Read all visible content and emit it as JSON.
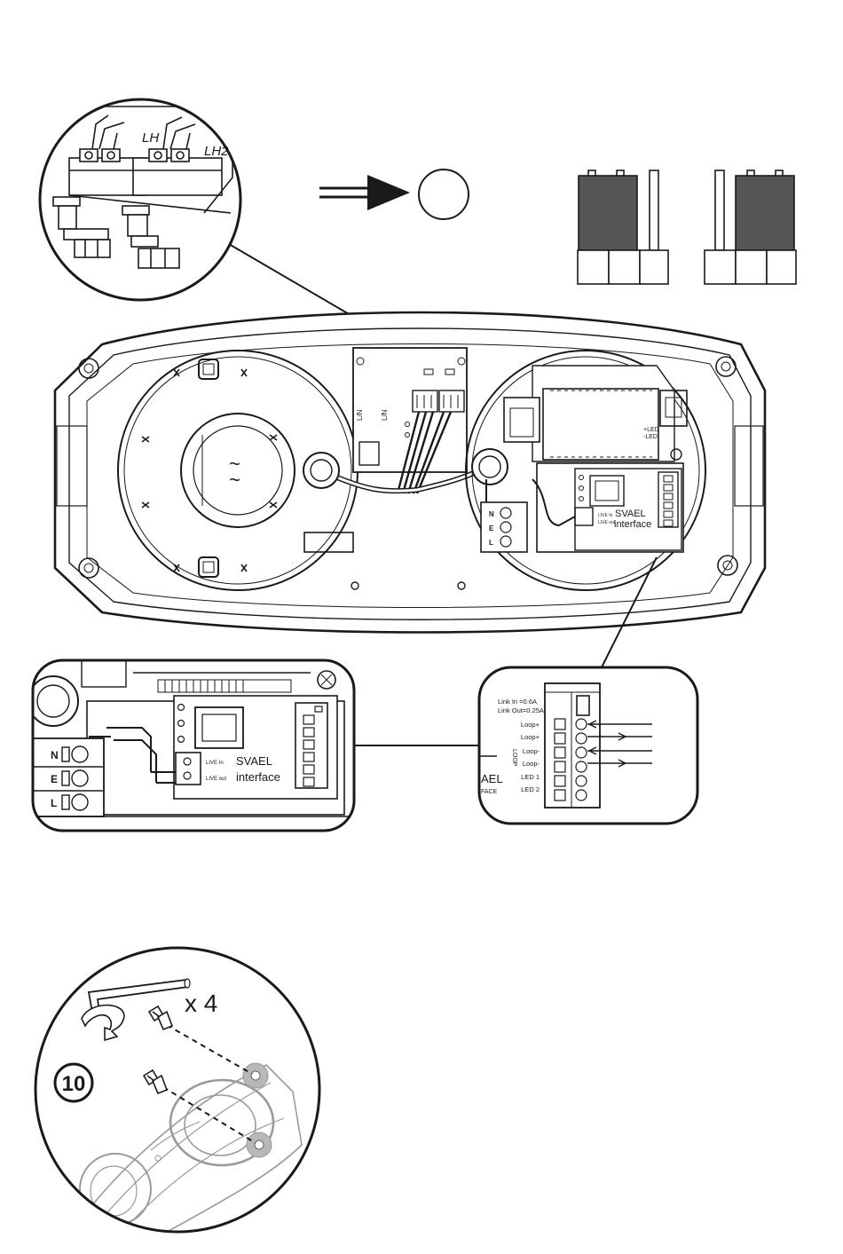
{
  "detail_top_left": {
    "terminal_labels": [
      "LH",
      "LH2"
    ]
  },
  "main_unit": {
    "board_labels": [
      "L/N",
      "L/N"
    ],
    "connector_led_labels": [
      "+LED",
      "-LED"
    ],
    "interface_brand": "SVAEL",
    "interface_name": "interface",
    "live_in": "LIVE In",
    "live_out": "LIVE out",
    "terminal_block_labels": [
      "N",
      "E",
      "L"
    ]
  },
  "detail_left": {
    "brand": "SVAEL",
    "name": "interface",
    "live_in": "LIVE In",
    "live_out": "LIVE out",
    "terminal_labels": [
      "N",
      "E",
      "L"
    ]
  },
  "detail_right": {
    "link_in": "Link In =0.6A",
    "link_out": "Link Out=0.25A",
    "loop_group_label": "LOOP",
    "pin_labels": [
      "Loop+",
      "Loop+",
      "Loop-",
      "Loop-",
      "LED 1",
      "LED 2"
    ],
    "partial_brand": "AEL",
    "partial_name": "FACE"
  },
  "step": {
    "number": "10",
    "quantity": "x 4"
  },
  "colors": {
    "line": "#1a1a1a",
    "jumper_fill": "#555555",
    "highlight_grey": "#b8b8b8",
    "faint_grey": "#9a9a9a"
  },
  "icons": [
    "arrow-right-icon",
    "empty-circle-icon",
    "hex-key-icon",
    "rotate-arrow-icon",
    "screw-icon"
  ]
}
